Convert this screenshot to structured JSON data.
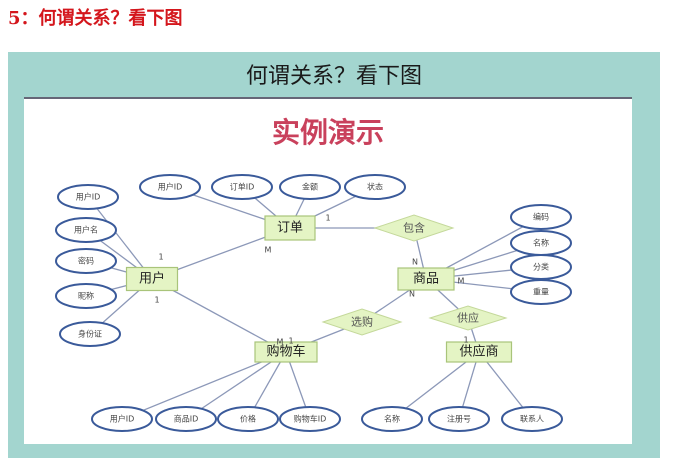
{
  "heading": "5：何谓关系？看下图",
  "slide": {
    "title": "何谓关系？看下图",
    "demo_title": "实例演示"
  },
  "entities": {
    "order": "订单",
    "user": "用户",
    "product": "商品",
    "cart": "购物车",
    "supplier": "供应商"
  },
  "relationships": {
    "contains": "包含",
    "select": "选购",
    "supply": "供应"
  },
  "attributes": {
    "user": [
      "用户ID",
      "用户名",
      "密码",
      "昵称",
      "身份证"
    ],
    "order": [
      "用户ID",
      "订单ID",
      "金额",
      "状态"
    ],
    "product": [
      "编码",
      "名称",
      "分类",
      "重量"
    ],
    "cart": [
      "用户ID",
      "商品ID",
      "价格",
      "购物车ID"
    ],
    "supplier": [
      "名称",
      "注册号",
      "联系人"
    ]
  },
  "cardinalities": {
    "order_contains": "1",
    "order_user": "M",
    "user_order": "1",
    "user_cart": "1",
    "cart_user": "M",
    "cart_select": "1",
    "product_contains": "N",
    "product_select": "N",
    "product_supply": "M",
    "supplier_supply": "1"
  },
  "colors": {
    "heading": "#d4161c",
    "panel": "#a3d5cf",
    "demo_title": "#c9415c",
    "entity_fill": "#e4f4c4",
    "ellipse_stroke": "#3a5a9a",
    "line": "#8c98b8"
  }
}
